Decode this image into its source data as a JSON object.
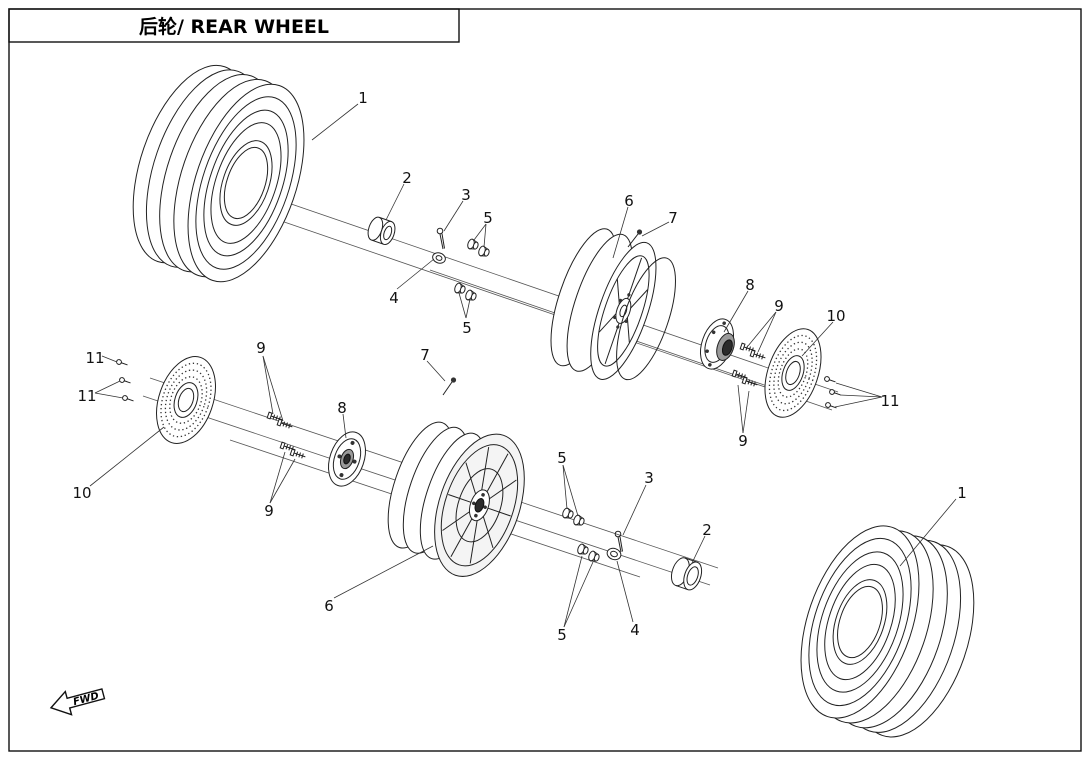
{
  "title": "后轮/ REAR WHEEL",
  "fwd": "FWD",
  "labels": [
    {
      "num": "1"
    },
    {
      "num": "2"
    },
    {
      "num": "3"
    },
    {
      "num": "5"
    },
    {
      "num": "4"
    },
    {
      "num": "5"
    },
    {
      "num": "6"
    },
    {
      "num": "7"
    },
    {
      "num": "8"
    },
    {
      "num": "9"
    },
    {
      "num": "10"
    },
    {
      "num": "9"
    },
    {
      "num": "11"
    },
    {
      "num": "11"
    },
    {
      "num": "11"
    },
    {
      "num": "9"
    },
    {
      "num": "8"
    },
    {
      "num": "7"
    },
    {
      "num": "10"
    },
    {
      "num": "9"
    },
    {
      "num": "6"
    },
    {
      "num": "5"
    },
    {
      "num": "3"
    },
    {
      "num": "5"
    },
    {
      "num": "4"
    },
    {
      "num": "2"
    },
    {
      "num": "1"
    }
  ],
  "colors": {
    "line": "#222222",
    "background": "#ffffff"
  }
}
